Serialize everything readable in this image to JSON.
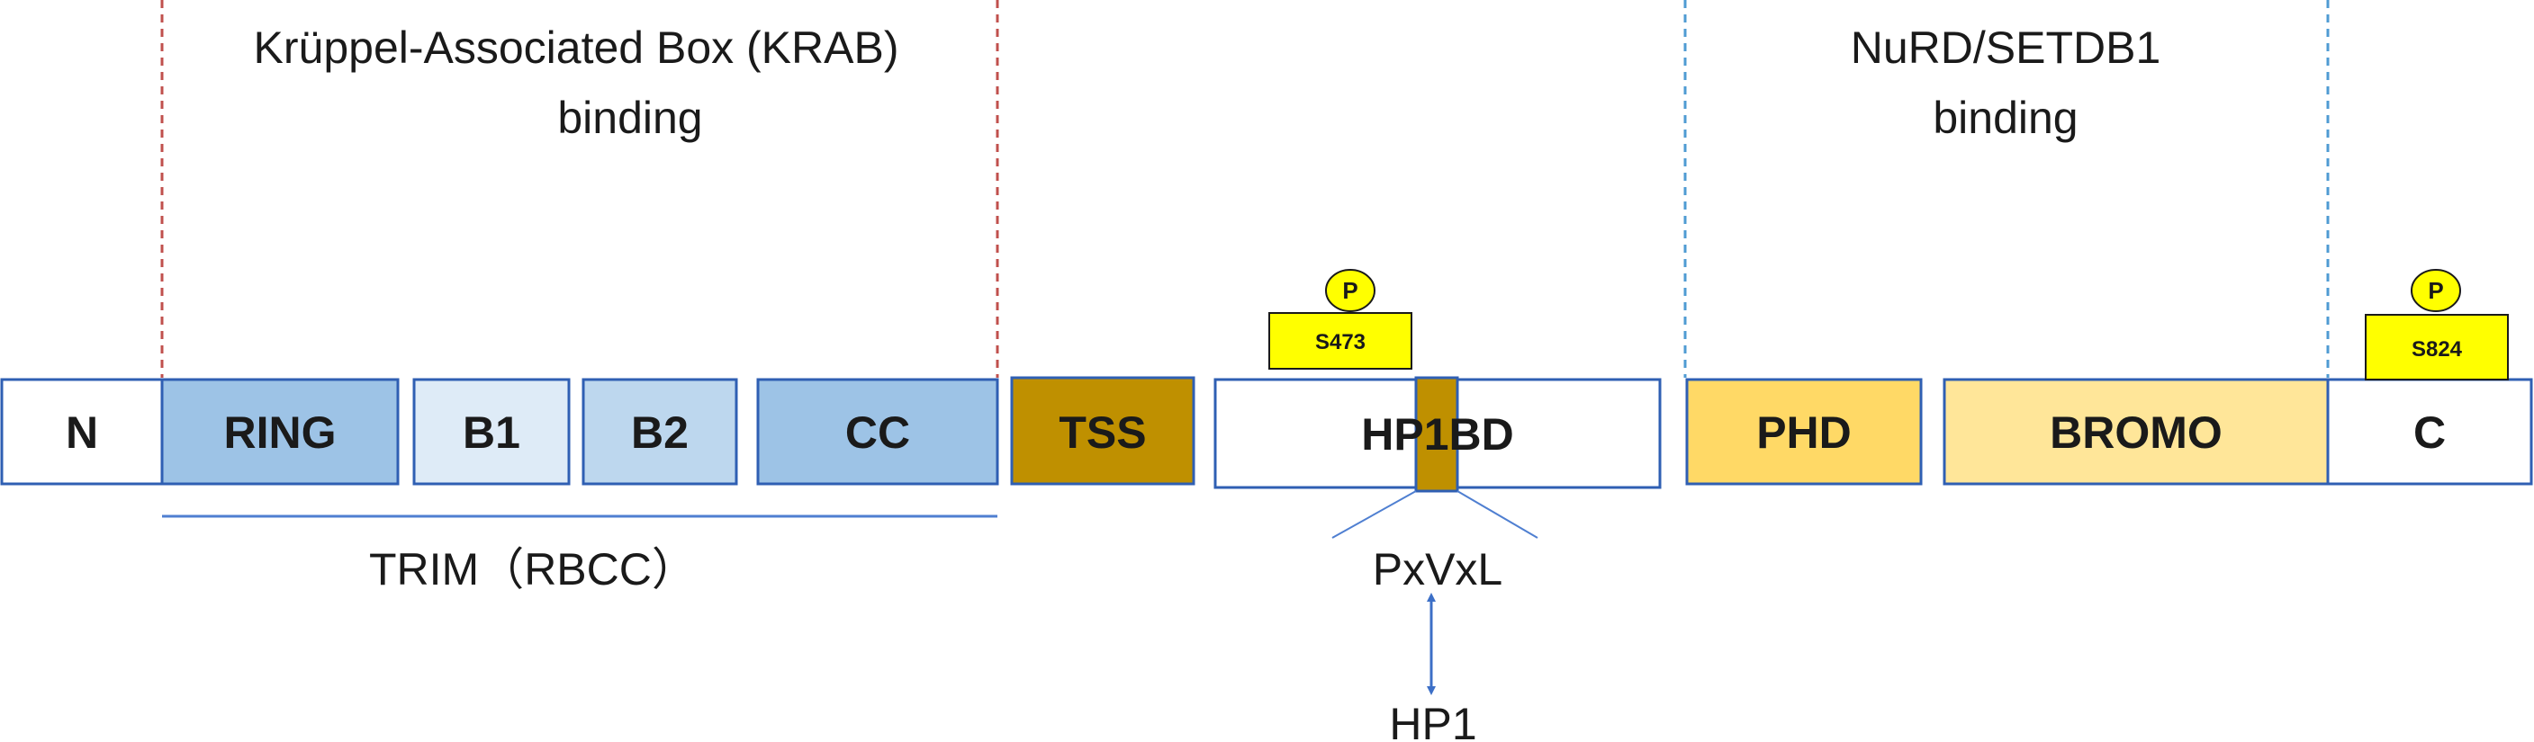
{
  "regions": {
    "krab_line1": "Krüppel-Associated Box (KRAB)",
    "krab_line2": "binding",
    "nurd_line1": "NuRD/SETDB1",
    "nurd_line2": "binding"
  },
  "domains": {
    "n": "N",
    "ring": "RING",
    "b1": "B1",
    "b2": "B2",
    "cc": "CC",
    "tss": "TSS",
    "hp1bd": "HP1BD",
    "phd": "PHD",
    "bromo": "BROMO",
    "c": "C"
  },
  "phospho": {
    "s473_site": "S473",
    "s473_mark": "P",
    "s824_site": "S824",
    "s824_mark": "P"
  },
  "annotations": {
    "trim": "TRIM（RBCC）",
    "motif": "PxVxL",
    "partner": "HP1"
  },
  "colors": {
    "krab_divider": "#c0504d",
    "nurd_divider": "#4f9bd3",
    "box_border": "#2f5fb3",
    "ring_fill": "#9dc3e6",
    "b1_fill": "#deebf7",
    "b2_fill": "#bdd7ee",
    "cc_fill": "#9dc3e6",
    "tss_fill": "#bf9000",
    "hp1_motif_fill": "#bf9000",
    "phd_fill": "#ffd966",
    "bromo_fill": "#ffe699",
    "phospho_fill": "#ffff00"
  }
}
